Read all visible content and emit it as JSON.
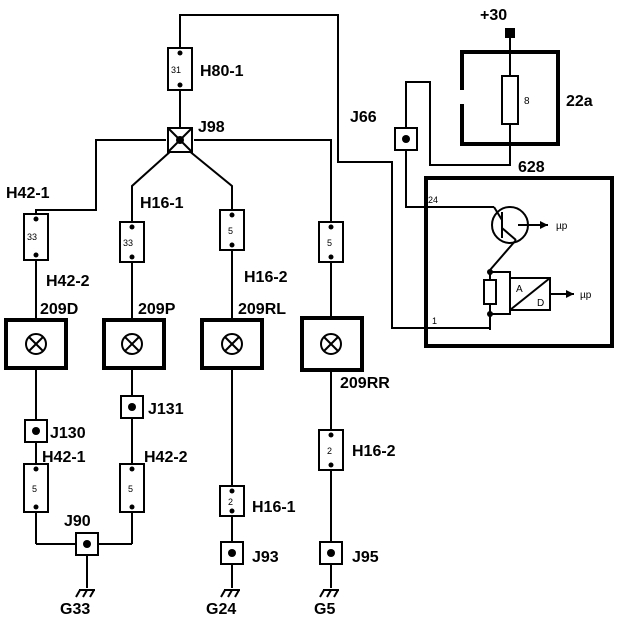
{
  "power": {
    "label": "+30"
  },
  "fuse": {
    "label": "22a",
    "value": "8"
  },
  "module": {
    "label": "628",
    "pin_top": "24",
    "pin_bottom": "1",
    "up_top": "µp",
    "up_bottom": "µp",
    "ad_a": "A",
    "ad_d": "D"
  },
  "connectors": {
    "h80": {
      "label": "H80-1",
      "pin": "31"
    },
    "h42_top": {
      "label": "H42-1",
      "pin": "33"
    },
    "h42_2_top": {
      "label": "H42-2",
      "pin": "33"
    },
    "h16_1_top": {
      "label": "H16-1",
      "pin": "5"
    },
    "h16_2_top": {
      "label": "H16-2",
      "pin": "5"
    },
    "h42_1_bot": {
      "label": "H42-1",
      "pin": "5"
    },
    "h42_2_bot": {
      "label": "H42-2",
      "pin": "5"
    },
    "h16_1_bot": {
      "label": "H16-1",
      "pin": "2"
    },
    "h16_2_bot": {
      "label": "H16-2",
      "pin": "2"
    }
  },
  "splices": {
    "j98": "J98",
    "j66": "J66",
    "j130": "J130",
    "j131": "J131",
    "j90": "J90",
    "j93": "J93",
    "j95": "J95"
  },
  "lamps": {
    "l1": "209D",
    "l2": "209P",
    "l3": "209RL",
    "l4": "209RR"
  },
  "grounds": {
    "g33": "G33",
    "g24": "G24",
    "g5": "G5"
  }
}
